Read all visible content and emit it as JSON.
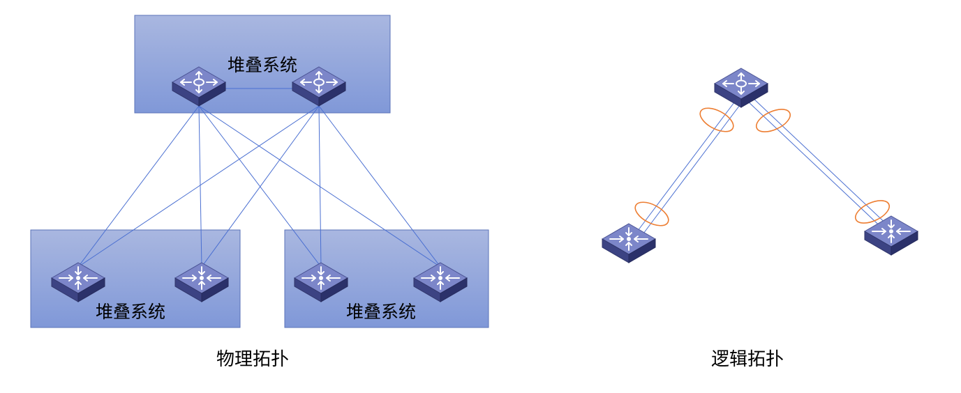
{
  "physical": {
    "caption": "物理拓扑",
    "core_stack_label": "堆叠系统",
    "left_stack_label": "堆叠系统",
    "right_stack_label": "堆叠系统"
  },
  "logical": {
    "caption": "逻辑拓扑"
  },
  "icons": {
    "core_switch": "core-switch-icon",
    "access_switch": "access-switch-icon",
    "link_aggregation": "link-aggregation-icon"
  },
  "colors": {
    "stack_box_top": "#a9b7e0",
    "stack_box_bottom": "#8098d8",
    "link": "#4a6fd1",
    "aggregation_ring": "#ed7d31",
    "switch_top": "#7c86c9",
    "switch_side": "#3c4383"
  }
}
